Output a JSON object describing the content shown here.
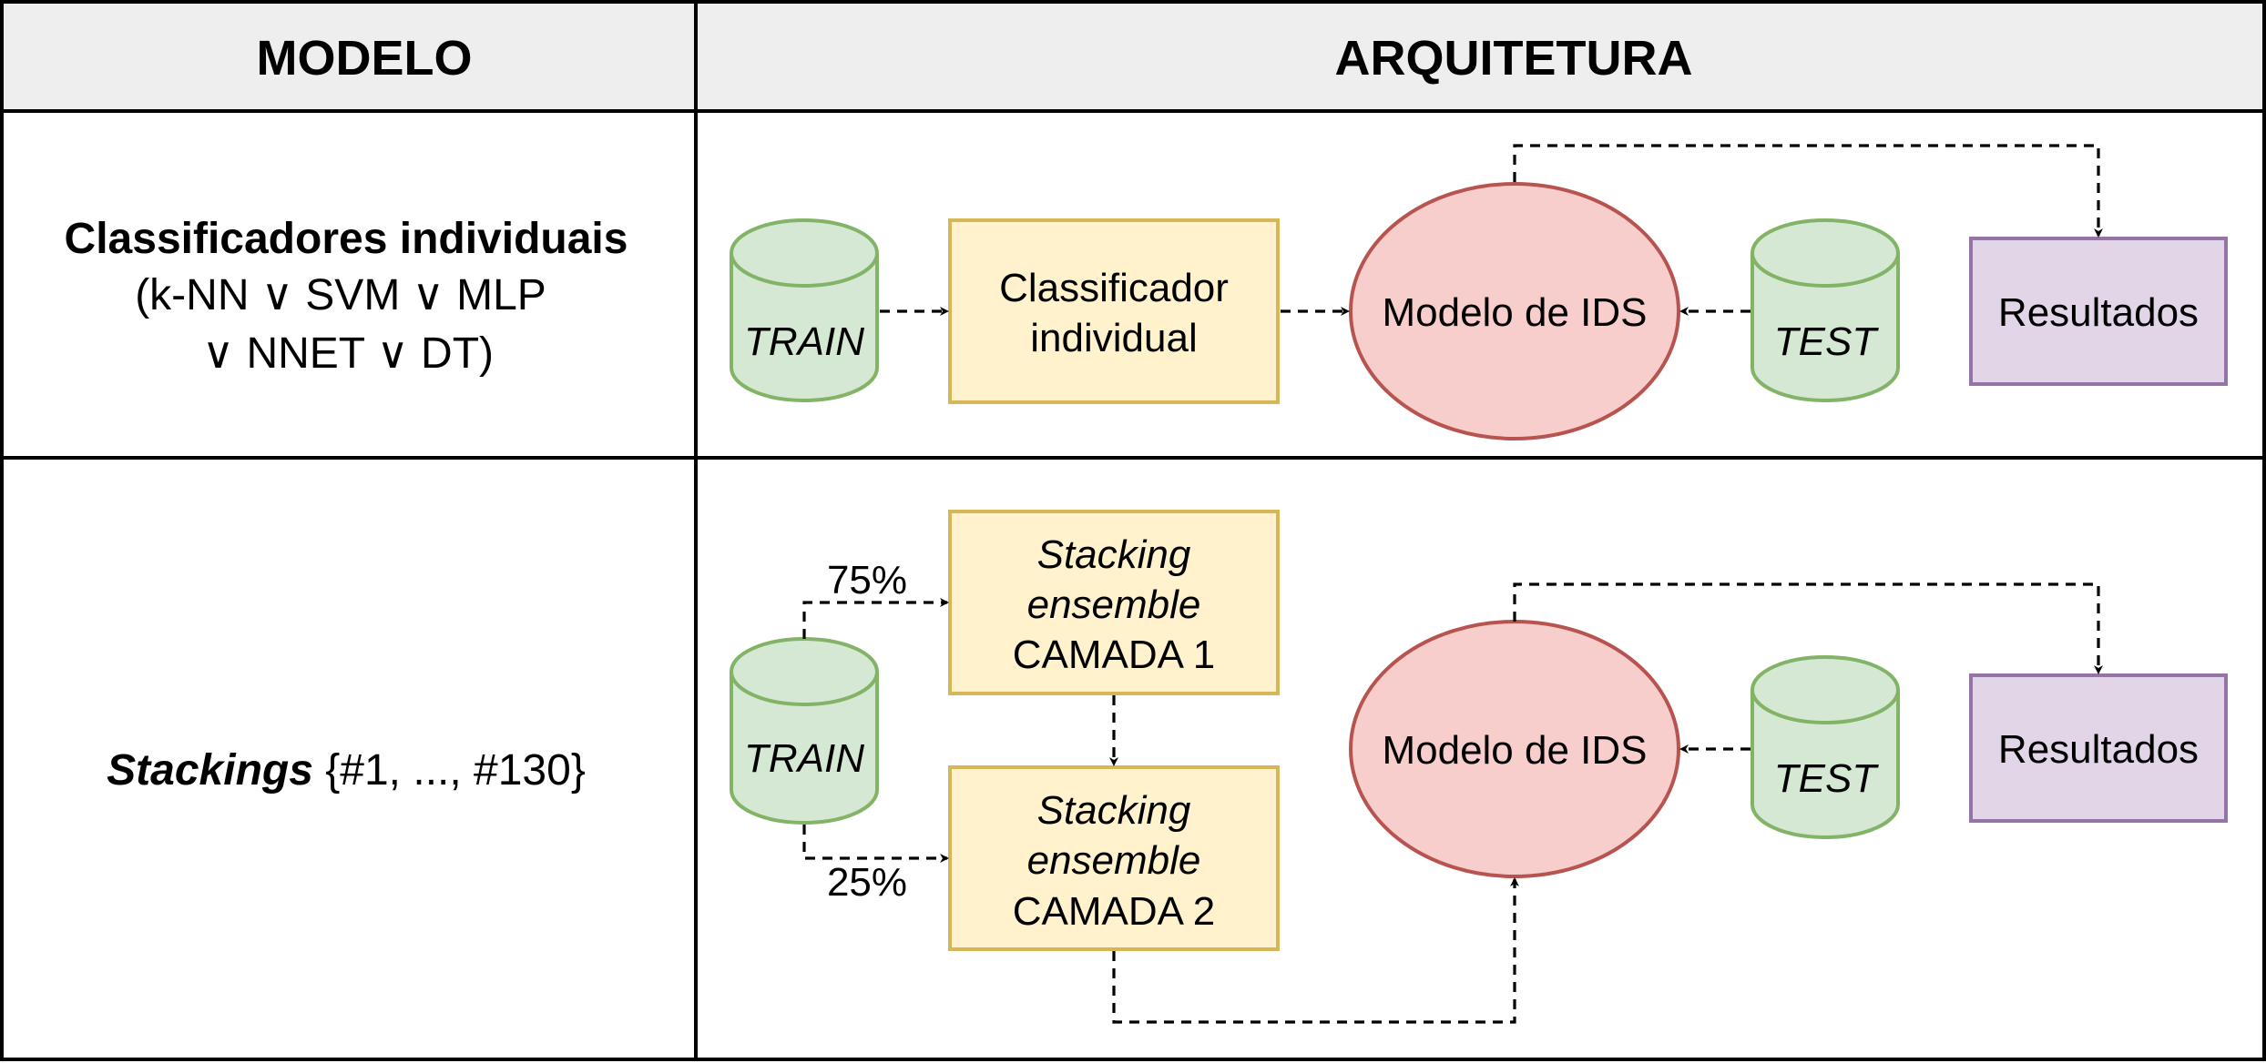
{
  "table": {
    "header": {
      "modelo": "MODELO",
      "arquitetura": "ARQUITETURA"
    },
    "rows": [
      {
        "model_title": "Classificadores individuais",
        "model_line2": "(k-NN ∨ SVM ∨ MLP",
        "model_line3": "∨ NNET ∨ DT)"
      },
      {
        "model_title_italic": "Stackings",
        "model_suffix": " {#1, ..., #130}"
      }
    ]
  },
  "row1": {
    "train": "TRAIN",
    "classifier_line1": "Classificador",
    "classifier_line2": "individual",
    "ids_model": "Modelo de IDS",
    "test": "TEST",
    "results": "Resultados"
  },
  "row2": {
    "train": "TRAIN",
    "split_top": "75%",
    "split_bottom": "25%",
    "layer1_line1": "Stacking",
    "layer1_line2": "ensemble",
    "layer1_line3": "CAMADA 1",
    "layer2_line1": "Stacking",
    "layer2_line2": "ensemble",
    "layer2_line3": "CAMADA 2",
    "ids_model": "Modelo de IDS",
    "test": "TEST",
    "results": "Resultados"
  },
  "colors": {
    "header_bg": "#eeeeee",
    "data_fill": "#d5e8d4",
    "data_stroke": "#82b366",
    "process_fill": "#fff2cc",
    "process_stroke": "#d6b656",
    "model_fill": "#f8cecc",
    "model_stroke": "#b85450",
    "result_fill": "#e1d5e7",
    "result_stroke": "#9673a6"
  }
}
